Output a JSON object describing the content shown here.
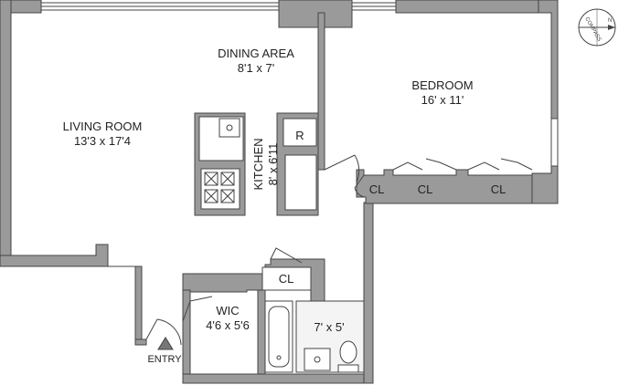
{
  "rooms": {
    "dining": {
      "name": "DINING AREA",
      "size": "8'1 x 7'"
    },
    "bedroom": {
      "name": "BEDROOM",
      "size": "16' x 11'"
    },
    "living": {
      "name": "LIVING ROOM",
      "size": "13'3 x 17'4"
    },
    "kitchen": {
      "name": "KITCHEN",
      "size": "8' x 6'11"
    },
    "wic": {
      "name": "WIC",
      "size": "4'6 x 5'6"
    },
    "bath": {
      "size": "7' x 5'"
    }
  },
  "closets": {
    "label": "CL"
  },
  "appliances": {
    "refrigerator": "R"
  },
  "entry": {
    "label": "ENTRY"
  },
  "compass": {
    "text": "COMPASS",
    "north": "N"
  },
  "colors": {
    "wall_fill": "#9a9a9a",
    "wall_stroke": "#444444"
  }
}
